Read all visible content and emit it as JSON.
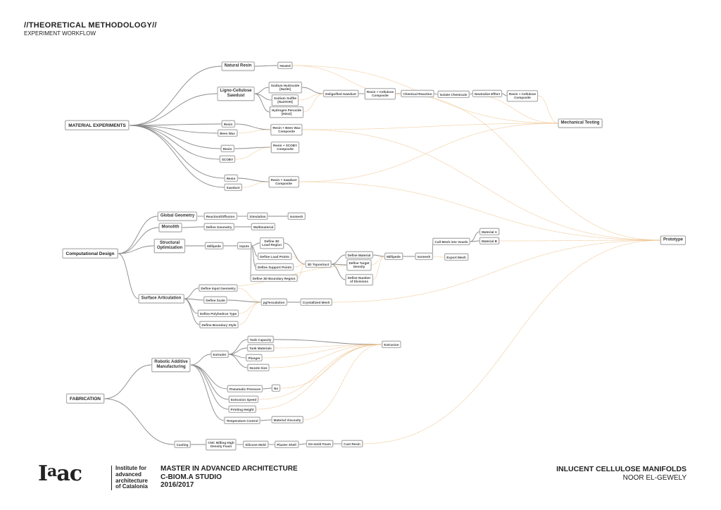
{
  "header": {
    "title": "//THEORETICAL METHODOLOGY//",
    "subtitle": "EXPERIMENT WORKFLOW"
  },
  "colors": {
    "solid_edge": "#8a8a8a",
    "dashed_edge": "#e8b06a"
  },
  "nodes": {
    "me": "MATERIAL EXPERIMENTS",
    "nr": "Natural Resin",
    "heated": "Heated",
    "lcs": "Ligno-Cellulose\nSawdust",
    "naoh": "Sodium Hydroxide\n[NaOH]",
    "na2s": "Sodium Sulfite\n[Na2SOH]",
    "h2o2": "Hydrogen Peroxide\n[H2o2]",
    "ds": "Delignified Sawdust",
    "rcc1": "Resin + Cellulose\nComposite",
    "cr": "Chemical Reaction",
    "ic": "Isolate Chemicals",
    "ne": "Neutralize Effect",
    "rcc2": "Resin + Cellulose\nComposite",
    "mt": "Mechanical Testing",
    "r1": "Resin",
    "bw": "Bees Wax",
    "rbw": "Resin + Bees Wax\nComposite",
    "r2": "Resin",
    "scoby": "SCOBY",
    "rsc": "Resin + SCOBY\nComposite",
    "r3": "Resin",
    "sd": "Sawdust",
    "rsd": "Resin + Sawdust\nComposite",
    "proto": "Prototype",
    "cd": "Computational Design",
    "gg": "Global Geometry",
    "rd": "Reaction/Diffusion",
    "sim": "Simulation",
    "iso1": "Isomesh",
    "mono": "Monolith",
    "dg": "Define Geometry",
    "mm": "Multimaterial",
    "so": "Structural\nOptimization",
    "mp1": "Millipede",
    "inp": "Inputs",
    "d3l": "Define 3D\nLoad Region",
    "dlp": "Define Load Points",
    "dsp": "Define Support Points",
    "d3b": "Define 3D Boundary Region",
    "top": "3D Topostruct",
    "dmat": "Define Material",
    "dtd": "Define Target\nDensity",
    "dnd": "Define Number\nof Divisions",
    "mp2": "Millipede",
    "iso2": "Isomesh",
    "cull": "Cull Mesh into Voxels",
    "ma": "Material A",
    "mb": "Material B",
    "em": "Export Mesh",
    "sa": "Surface Articulation",
    "dig": "Define Input Geometry",
    "dsc": "Define Scale",
    "dpt": "Define Polyhedron Type",
    "dbs": "Define Boundary Style",
    "tess": "pgTessalation",
    "cm": "Crystallized Mesh",
    "fab": "FABRICATION",
    "ram": "Robotic Additive\nManufacturing",
    "ext": "Extruder",
    "tc": "Tank Capacity",
    "tm": "Tank Materials",
    "pl": "Plunger",
    "ns": "Nozzle Size",
    "pp": "Pneumatic Pressure",
    "no": "No",
    "es": "Extrusion Speed",
    "ph": "Printing Height",
    "tcn": "Temperature Control",
    "mv": "Material Viscosity",
    "extr": "Extrusion",
    "cast": "Casting",
    "cnc": "CNC Milling High\nDensity Foam",
    "sm": "Silicone Mold",
    "ps": "Plaster Shell",
    "dm": "De-mold Foam",
    "crs": "Cast Resin"
  },
  "edges": [
    [
      "me",
      "nr",
      "s"
    ],
    [
      "me",
      "lcs",
      "s"
    ],
    [
      "me",
      "r1",
      "s"
    ],
    [
      "me",
      "bw",
      "s"
    ],
    [
      "me",
      "r2",
      "s"
    ],
    [
      "me",
      "scoby",
      "s"
    ],
    [
      "me",
      "r3",
      "s"
    ],
    [
      "me",
      "sd",
      "s"
    ],
    [
      "nr",
      "heated",
      "s"
    ],
    [
      "lcs",
      "naoh",
      "s"
    ],
    [
      "lcs",
      "na2s",
      "s"
    ],
    [
      "lcs",
      "h2o2",
      "s"
    ],
    [
      "naoh",
      "ds",
      "s"
    ],
    [
      "na2s",
      "ds",
      "d"
    ],
    [
      "h2o2",
      "ds",
      "d"
    ],
    [
      "ds",
      "rcc1",
      "s"
    ],
    [
      "rcc1",
      "cr",
      "s"
    ],
    [
      "cr",
      "ic",
      "s"
    ],
    [
      "ic",
      "ne",
      "s"
    ],
    [
      "ne",
      "rcc2",
      "s"
    ],
    [
      "heated",
      "mt",
      "d"
    ],
    [
      "heated",
      "cr",
      "d"
    ],
    [
      "ic",
      "mt",
      "d"
    ],
    [
      "rcc2",
      "mt",
      "d"
    ],
    [
      "rcc1",
      "proto",
      "d"
    ],
    [
      "r1",
      "rbw",
      "s"
    ],
    [
      "bw",
      "rbw",
      "d"
    ],
    [
      "rbw",
      "mt",
      "d"
    ],
    [
      "rbw",
      "proto",
      "d"
    ],
    [
      "r2",
      "rsc",
      "s"
    ],
    [
      "scoby",
      "rsc",
      "d"
    ],
    [
      "r3",
      "rsd",
      "s"
    ],
    [
      "sd",
      "rsd",
      "d"
    ],
    [
      "rsd",
      "mt",
      "d"
    ],
    [
      "rsd",
      "proto",
      "d"
    ],
    [
      "cd",
      "gg",
      "s"
    ],
    [
      "cd",
      "mono",
      "s"
    ],
    [
      "cd",
      "so",
      "s"
    ],
    [
      "cd",
      "sa",
      "s"
    ],
    [
      "gg",
      "rd",
      "s"
    ],
    [
      "rd",
      "sim",
      "s"
    ],
    [
      "sim",
      "iso1",
      "s"
    ],
    [
      "mono",
      "dg",
      "s"
    ],
    [
      "dg",
      "mm",
      "s"
    ],
    [
      "so",
      "mp1",
      "s"
    ],
    [
      "mp1",
      "inp",
      "s"
    ],
    [
      "inp",
      "d3l",
      "s"
    ],
    [
      "inp",
      "dlp",
      "s"
    ],
    [
      "inp",
      "dsp",
      "s"
    ],
    [
      "inp",
      "d3b",
      "s"
    ],
    [
      "d3l",
      "top",
      "s"
    ],
    [
      "dlp",
      "top",
      "d"
    ],
    [
      "dsp",
      "top",
      "d"
    ],
    [
      "d3b",
      "top",
      "d"
    ],
    [
      "top",
      "dmat",
      "s"
    ],
    [
      "top",
      "dtd",
      "s"
    ],
    [
      "top",
      "dnd",
      "s"
    ],
    [
      "dmat",
      "mp2",
      "s"
    ],
    [
      "dtd",
      "mp2",
      "d"
    ],
    [
      "dnd",
      "mp2",
      "d"
    ],
    [
      "mp2",
      "iso2",
      "s"
    ],
    [
      "iso2",
      "cull",
      "s"
    ],
    [
      "iso2",
      "em",
      "d"
    ],
    [
      "cull",
      "ma",
      "s"
    ],
    [
      "cull",
      "mb",
      "s"
    ],
    [
      "mb",
      "proto",
      "d"
    ],
    [
      "sa",
      "dig",
      "s"
    ],
    [
      "sa",
      "dsc",
      "s"
    ],
    [
      "sa",
      "dpt",
      "s"
    ],
    [
      "sa",
      "dbs",
      "s"
    ],
    [
      "dtd",
      "dig",
      "d"
    ],
    [
      "dig",
      "tess",
      "d"
    ],
    [
      "dsc",
      "tess",
      "s"
    ],
    [
      "dpt",
      "tess",
      "d"
    ],
    [
      "dbs",
      "tess",
      "d"
    ],
    [
      "tess",
      "cm",
      "s"
    ],
    [
      "cm",
      "proto",
      "d"
    ],
    [
      "fab",
      "ram",
      "s"
    ],
    [
      "fab",
      "cast",
      "s"
    ],
    [
      "ram",
      "ext",
      "s"
    ],
    [
      "ext",
      "tc",
      "s"
    ],
    [
      "ext",
      "tm",
      "s"
    ],
    [
      "ext",
      "pl",
      "s"
    ],
    [
      "ext",
      "ns",
      "s"
    ],
    [
      "ram",
      "pp",
      "s"
    ],
    [
      "ram",
      "es",
      "s"
    ],
    [
      "ram",
      "ph",
      "s"
    ],
    [
      "ram",
      "tcn",
      "s"
    ],
    [
      "pp",
      "no",
      "s"
    ],
    [
      "tcn",
      "mv",
      "s"
    ],
    [
      "tc",
      "extr",
      "s"
    ],
    [
      "tm",
      "extr",
      "d"
    ],
    [
      "pl",
      "extr",
      "d"
    ],
    [
      "ns",
      "extr",
      "d"
    ],
    [
      "no",
      "extr",
      "d"
    ],
    [
      "es",
      "extr",
      "d"
    ],
    [
      "ph",
      "extr",
      "d"
    ],
    [
      "mv",
      "extr",
      "d"
    ],
    [
      "cast",
      "cnc",
      "s"
    ],
    [
      "cnc",
      "sm",
      "s"
    ],
    [
      "sm",
      "ps",
      "s"
    ],
    [
      "ps",
      "dm",
      "s"
    ],
    [
      "dm",
      "crs",
      "s"
    ],
    [
      "crs",
      "proto",
      "d"
    ]
  ],
  "footer": {
    "logo_text": "Iaac",
    "institute": "Institute for\nadvanced\narchitecture\nof Catalonia",
    "program": "MASTER IN ADVANCED ARCHITECTURE",
    "studio": "C-BIOM.A STUDIO",
    "year": "2016/2017",
    "project_title": "INLUCENT CELLULOSE MANIFOLDS",
    "author": "NOOR EL-GEWELY"
  }
}
